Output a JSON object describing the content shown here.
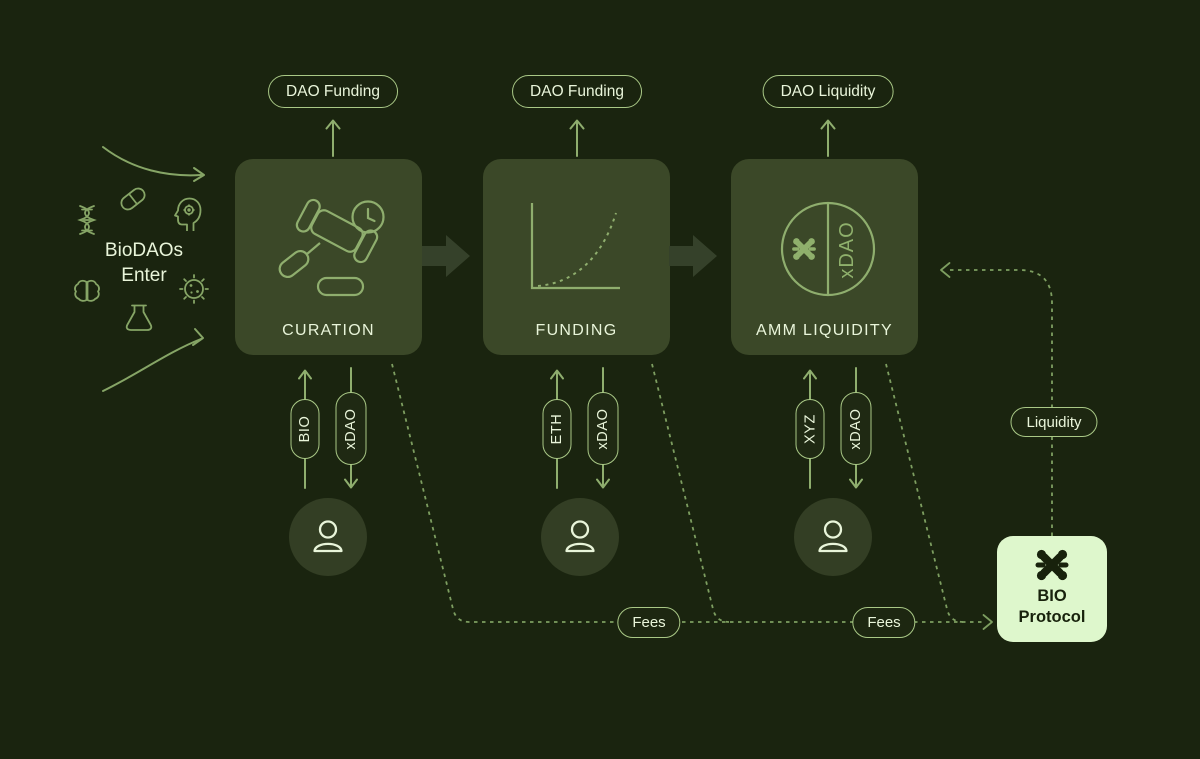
{
  "colors": {
    "background": "#1a240f",
    "box_fill": "#3b4828",
    "solid_arrow_fill": "#35412a",
    "person_circle_fill": "#333e24",
    "icon_stroke": "#8fae6e",
    "left_icon_stroke": "#86a566",
    "pill_border": "#a9c886",
    "dash_stroke": "#7d9e60",
    "text_light": "#e9f5da",
    "protocol_box_bg": "#def7cc",
    "protocol_text": "#18220c"
  },
  "left_entry": {
    "line1": "BioDAOs",
    "line2": "Enter",
    "icons": [
      "dna-icon",
      "pill-icon",
      "head-ai-icon",
      "brain-icon",
      "virus-icon",
      "flask-icon"
    ],
    "arrows": [
      "curved-arrow-top",
      "curved-arrow-bottom"
    ]
  },
  "top_pills": [
    {
      "label": "DAO Funding"
    },
    {
      "label": "DAO Funding"
    },
    {
      "label": "DAO Liquidity"
    }
  ],
  "boxes": [
    {
      "label": "CURATION",
      "icon": "gavel-clock-icon"
    },
    {
      "label": "FUNDING",
      "icon": "bonding-curve-icon"
    },
    {
      "label": "AMM LIQUIDITY",
      "icon": "amm-pool-icon",
      "pool_left_icon": "bio-asterisk-icon",
      "pool_label": "xDAO"
    }
  ],
  "token_flows": [
    {
      "in_token": "BIO",
      "out_token": "xDAO"
    },
    {
      "in_token": "ETH",
      "out_token": "xDAO"
    },
    {
      "in_token": "XYZ",
      "out_token": "xDAO"
    }
  ],
  "fees_pills": [
    {
      "label": "Fees"
    },
    {
      "label": "Fees"
    }
  ],
  "liquidity_pill": {
    "label": "Liquidity"
  },
  "protocol_box": {
    "line1": "BIO",
    "line2": "Protocol",
    "icon": "bio-asterisk-icon"
  }
}
